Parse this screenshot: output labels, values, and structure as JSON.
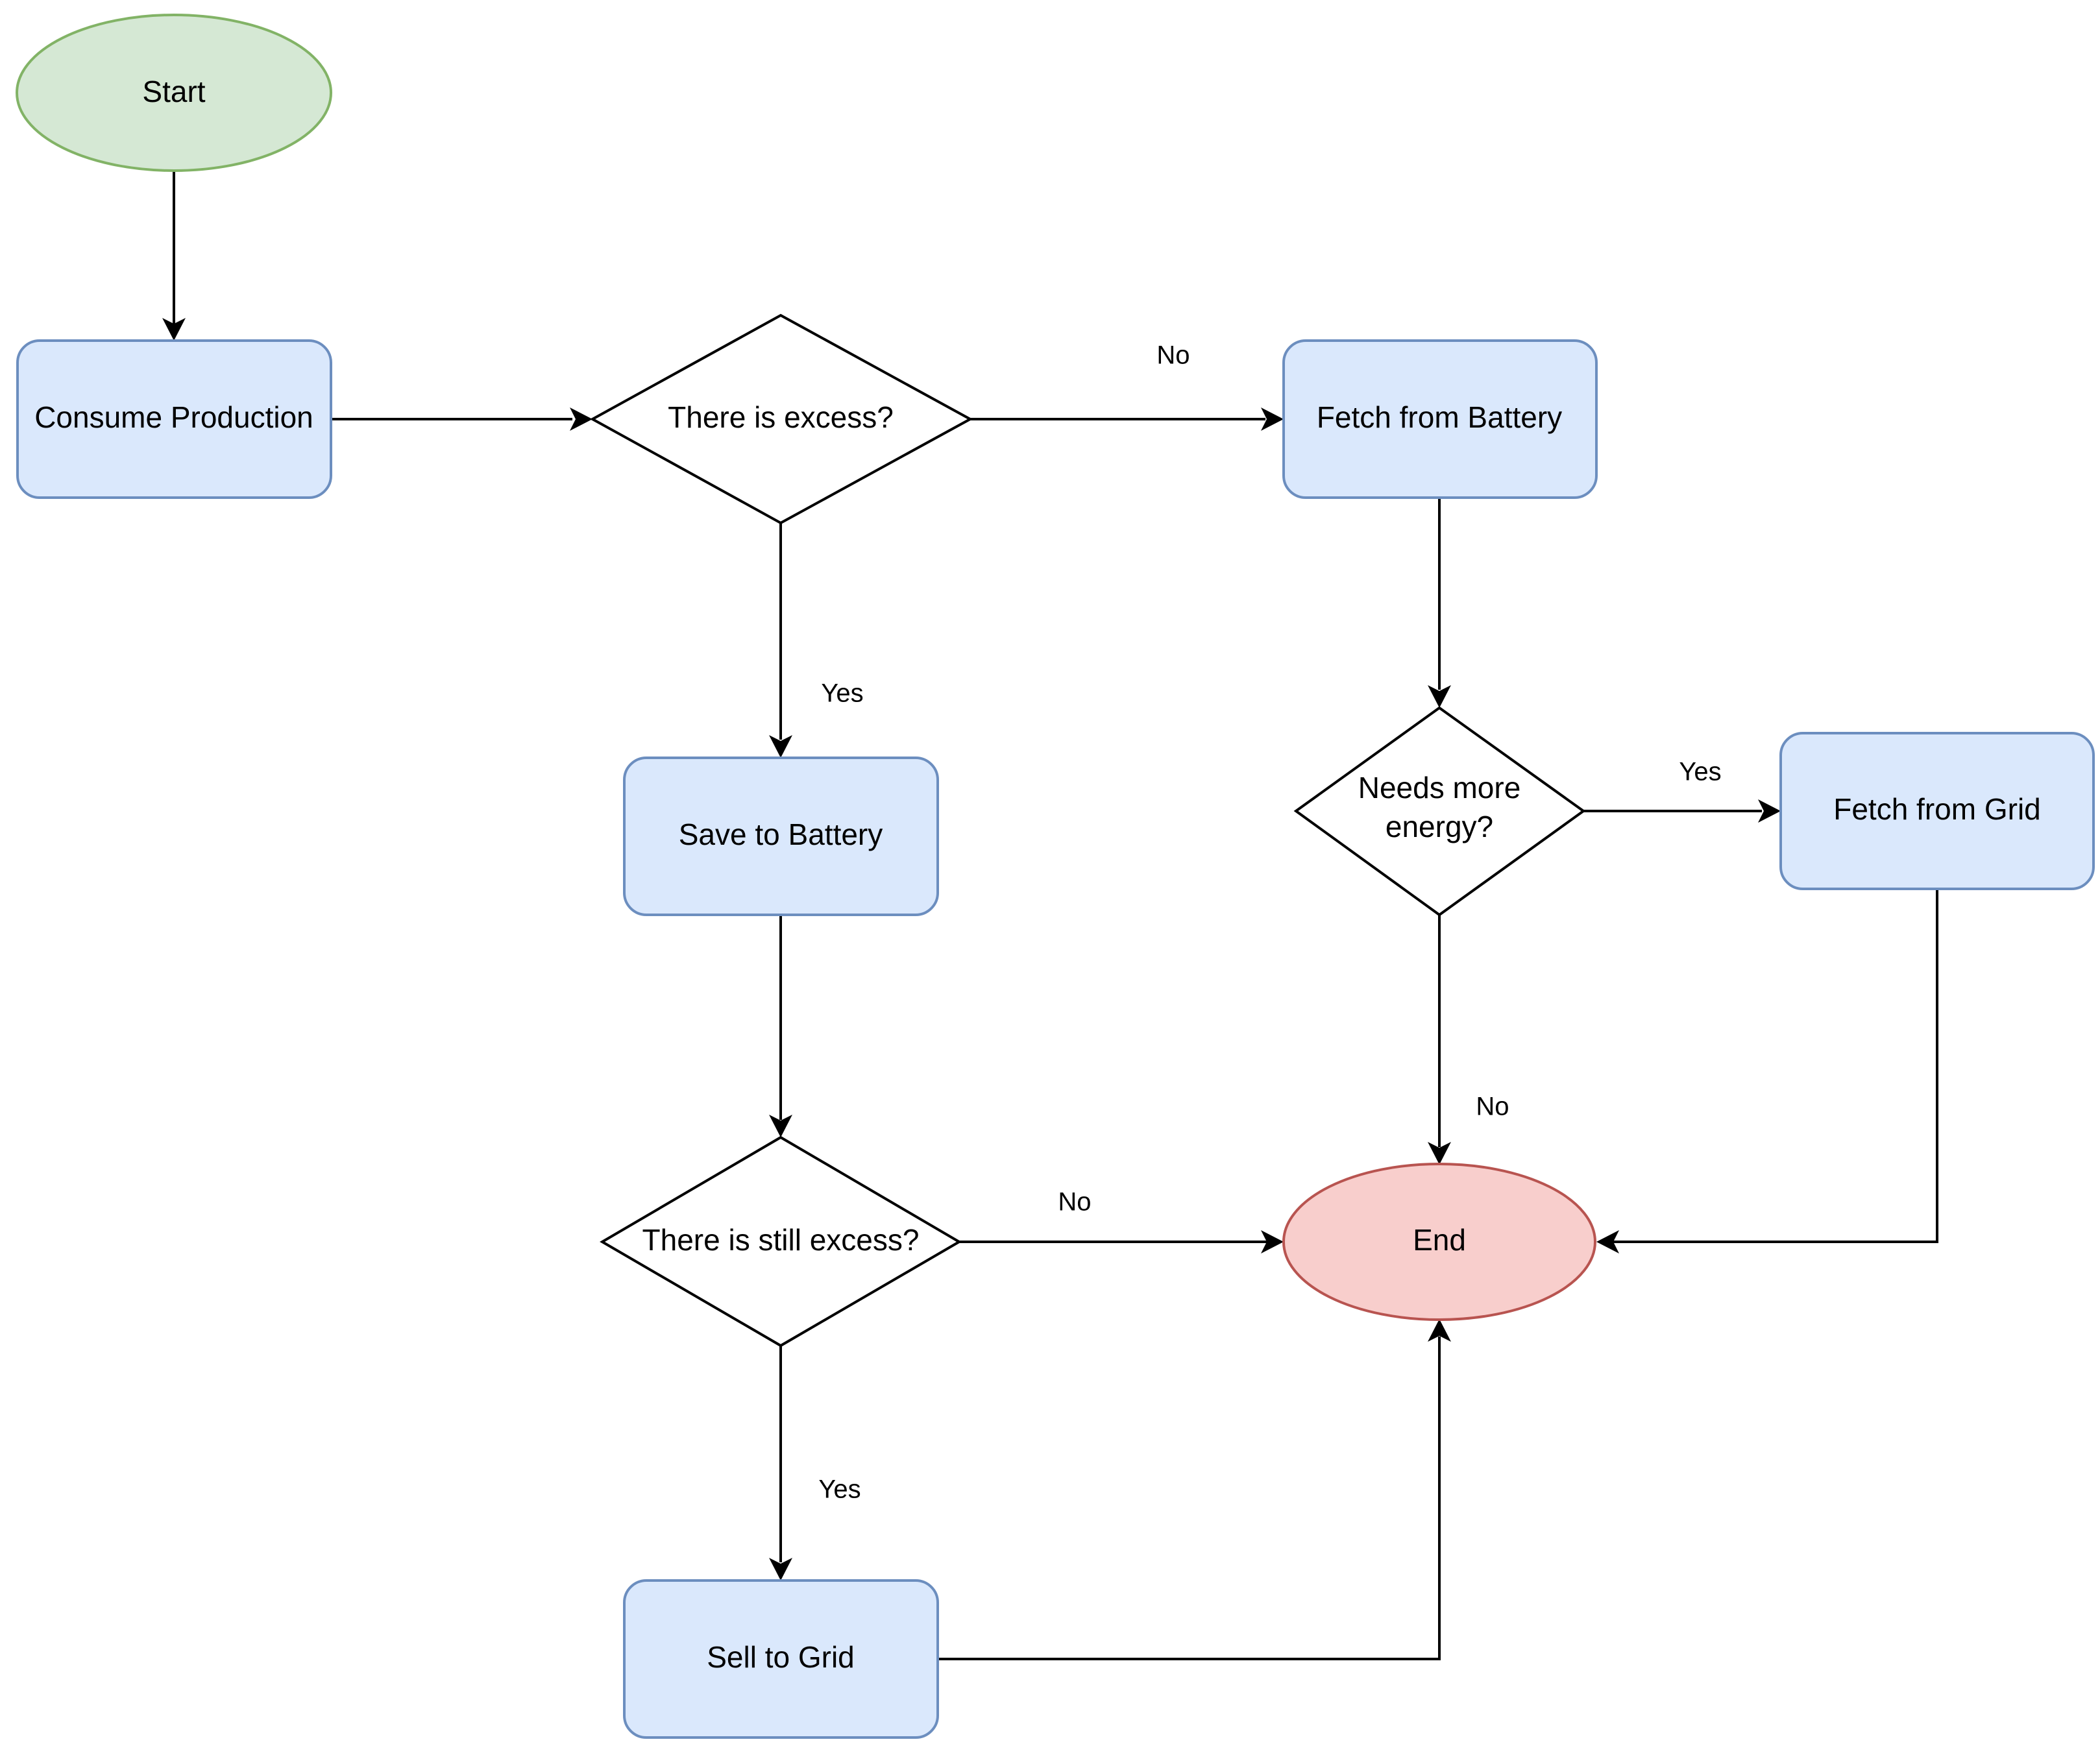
{
  "nodes": {
    "start": "Start",
    "consume": "Consume Production",
    "excess": "There is excess?",
    "fetch_battery": "Fetch from Battery",
    "save_battery": "Save to Battery",
    "needs_more_line1": "Needs more",
    "needs_more_line2": "energy?",
    "fetch_grid": "Fetch from Grid",
    "still_excess": "There is still excess?",
    "end": "End",
    "sell_grid": "Sell to Grid"
  },
  "edge_labels": {
    "excess_no": "No",
    "excess_yes": "Yes",
    "needs_yes": "Yes",
    "needs_no": "No",
    "still_no": "No",
    "still_yes": "Yes"
  },
  "colors": {
    "start_fill": "#d5e8d4",
    "start_stroke": "#82b366",
    "process_fill": "#dae8fc",
    "process_stroke": "#6c8ebf",
    "end_fill": "#f8cecc",
    "end_stroke": "#b85450",
    "decision_fill": "#ffffff",
    "decision_stroke": "#000000"
  }
}
